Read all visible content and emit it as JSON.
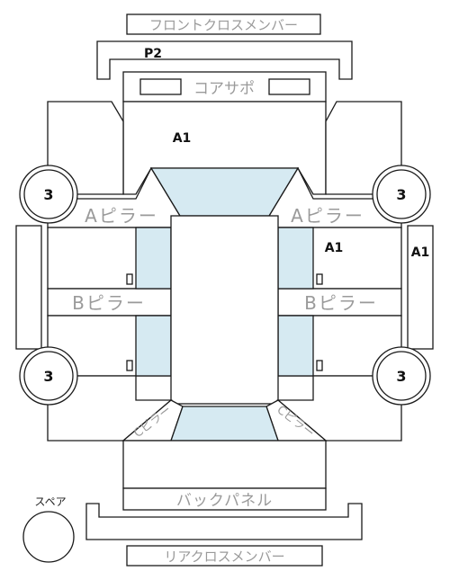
{
  "labels": {
    "front_cross_member": "フロントクロスメンバー",
    "rear_cross_member": "リアクロスメンバー",
    "core_support": "コアサポ",
    "back_panel": "バックパネル",
    "a_pillar": "Aピラー",
    "b_pillar": "Bピラー",
    "c_pillar": "Cピラー",
    "spare": "スペア"
  },
  "marks": {
    "p2": "P2",
    "a1": "A1",
    "wheel": "3"
  },
  "colors": {
    "glass": "#d6eaf2",
    "outline": "#1a1a1a",
    "label_gray": "#9a9a9a"
  }
}
